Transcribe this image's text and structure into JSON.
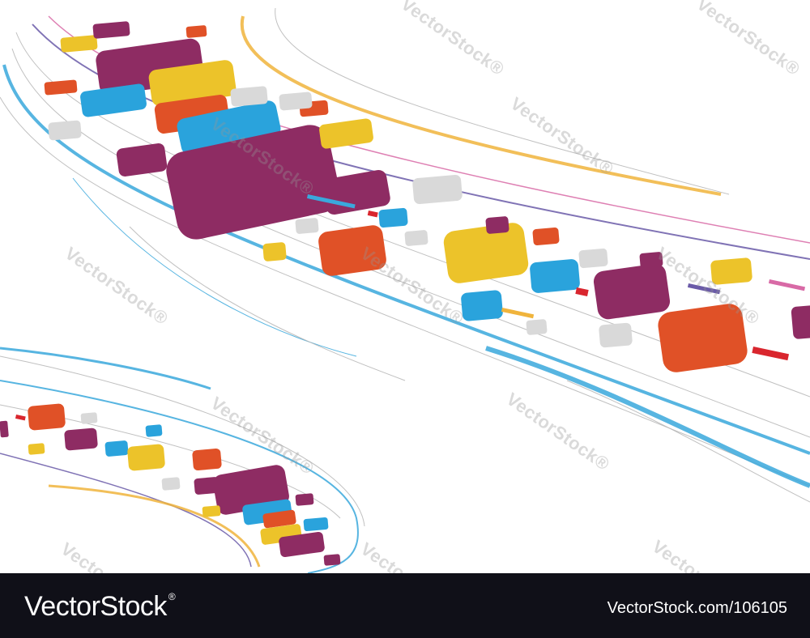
{
  "artwork": {
    "colors": {
      "purple": "#8e2c63",
      "yellow": "#ecc32a",
      "orange": "#e05127",
      "blue": "#2aa3dc",
      "gray": "#d9d9d9",
      "line_blue": "#3aa8dc",
      "line_gold": "#f0b43c",
      "line_gray": "#b5b5b5",
      "line_pink": "#d86aa6",
      "line_violet": "#6a5aa8",
      "red": "#d9262e"
    }
  },
  "watermark": {
    "text": "VectorStock",
    "mark": "®"
  },
  "footer": {
    "logo": "VectorStock",
    "logo_mark": "®",
    "image_id": "VectorStock.com/106105",
    "background": "#101018"
  }
}
